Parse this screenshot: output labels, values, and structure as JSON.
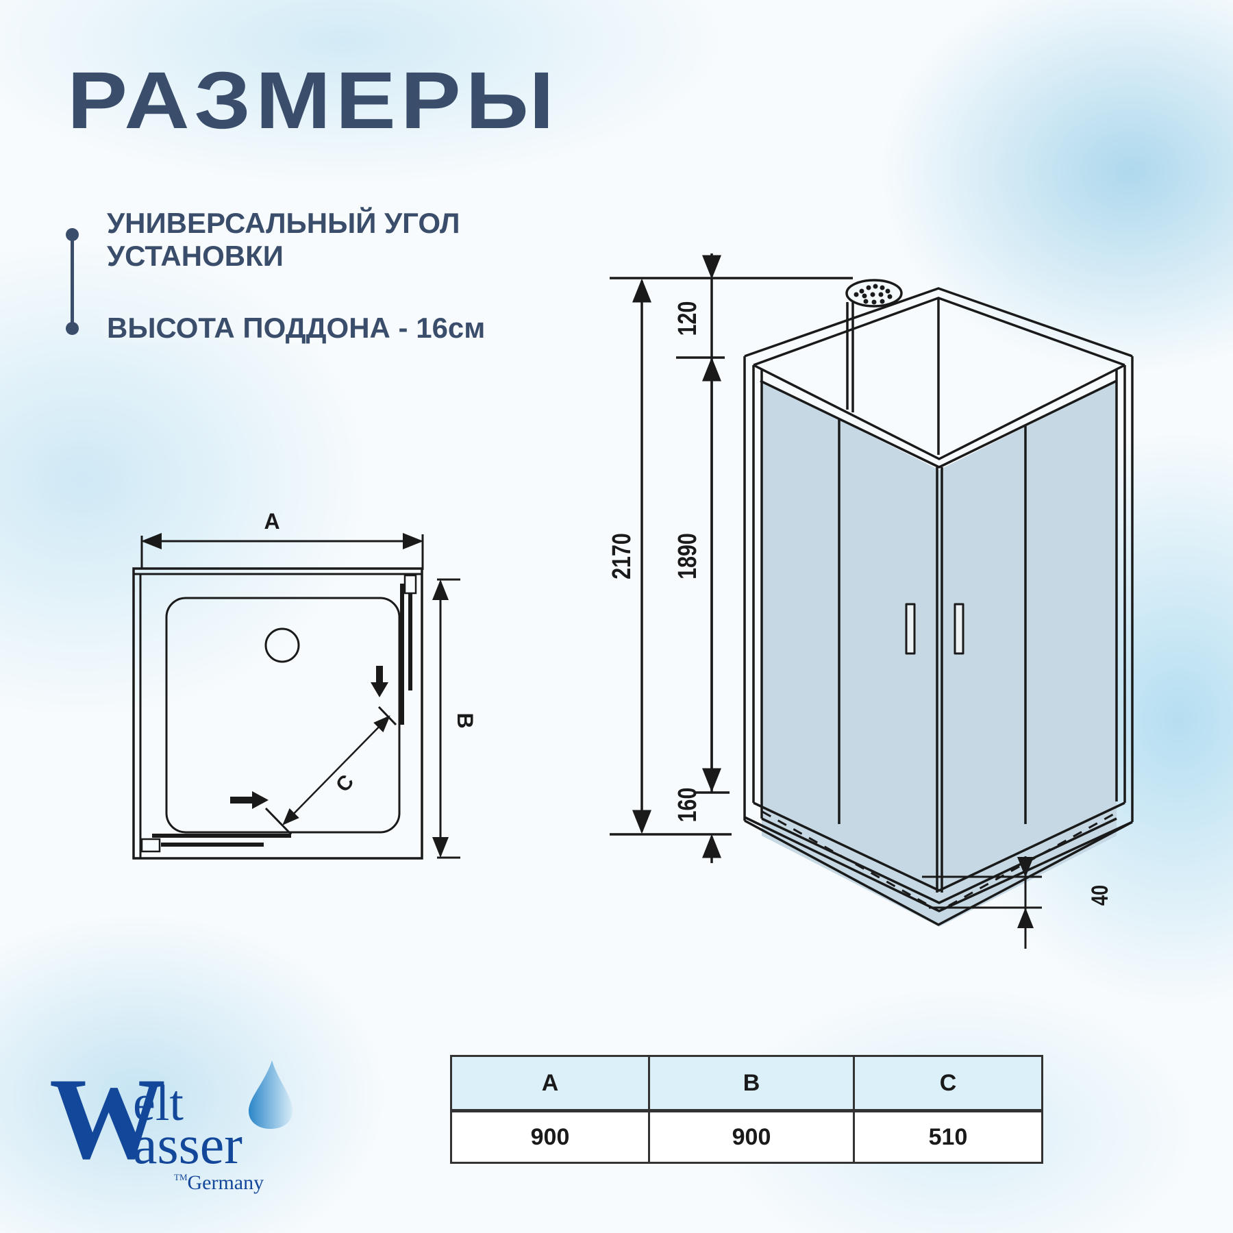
{
  "title": "РАЗМЕРЫ",
  "features": [
    {
      "label": "УНИВЕРСАЛЬНЫЙ УГОЛ"
    },
    {
      "label": "УСТАНОВКИ"
    },
    {
      "label": "ВЫСОТА ПОДДОНА - 16см"
    }
  ],
  "plan_view": {
    "label_a": "A",
    "label_b": "B",
    "label_c": "C"
  },
  "elevation_view": {
    "dims": {
      "top_gap": "120",
      "total_height": "2170",
      "door_height": "1890",
      "tray_height": "160",
      "tray_depth": "40"
    }
  },
  "spec_table": {
    "headers": [
      "A",
      "B",
      "C"
    ],
    "values": [
      "900",
      "900",
      "510"
    ]
  },
  "logo": {
    "w": "W",
    "elt": "elt",
    "asser": "asser",
    "tm": "TM",
    "country": "Germany"
  },
  "colors": {
    "heading": "#3a4e6c",
    "logo": "#13479a",
    "glass": "#c5d8e3",
    "table_header": "#dcf0fa"
  }
}
